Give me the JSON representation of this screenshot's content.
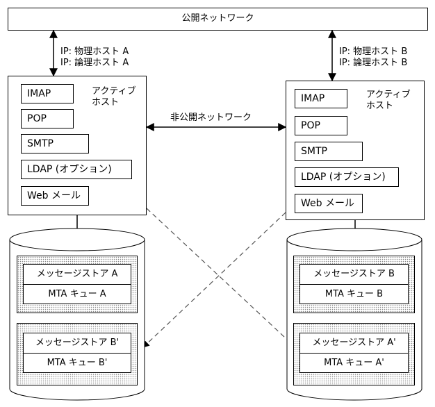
{
  "public_network": "公開ネットワーク",
  "private_network": "非公開ネットワーク",
  "host_a": {
    "ip_physical": "IP: 物理ホスト A",
    "ip_logical": "IP: 論理ホスト A",
    "active_line1": "アクティブ",
    "active_line2": "ホスト",
    "services": [
      "IMAP",
      "POP",
      "SMTP",
      "LDAP (オプション)",
      "Web メール"
    ],
    "store_primary": {
      "message_store": "メッセージストア A",
      "mta_queue": "MTA キュー A"
    },
    "store_secondary": {
      "message_store": "メッセージストア B'",
      "mta_queue": "MTA キュー B'"
    }
  },
  "host_b": {
    "ip_physical": "IP: 物理ホスト B",
    "ip_logical": "IP: 論理ホスト B",
    "active_line1": "アクティブ",
    "active_line2": "ホスト",
    "services": [
      "IMAP",
      "POP",
      "SMTP",
      "LDAP (オプション)",
      "Web メール"
    ],
    "store_primary": {
      "message_store": "メッセージストア B",
      "mta_queue": "MTA キュー B"
    },
    "store_secondary": {
      "message_store": "メッセージストア A'",
      "mta_queue": "MTA キュー A'"
    }
  }
}
